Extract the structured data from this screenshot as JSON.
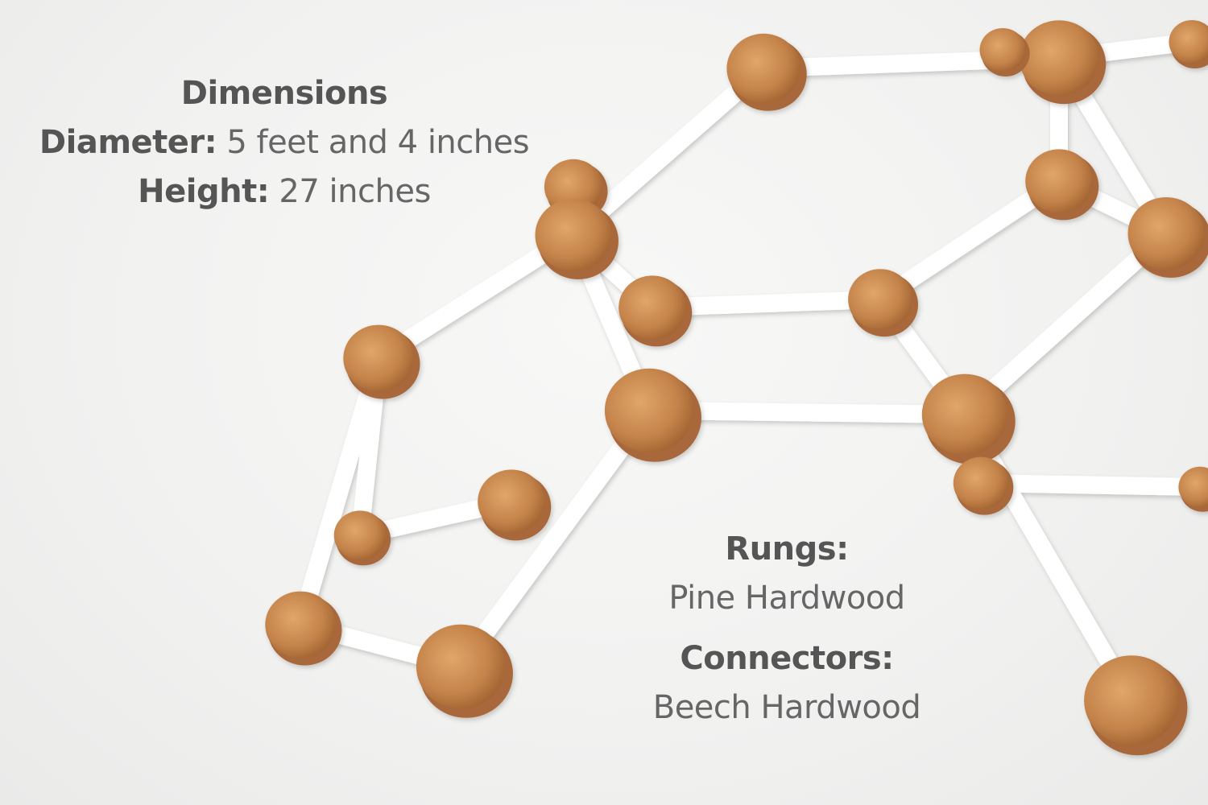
{
  "dimensions": {
    "heading": "Dimensions",
    "diameter_label": "Diameter:",
    "diameter_value": " 5 feet and 4 inches",
    "height_label": "Height:",
    "height_value": " 27 inches"
  },
  "materials": {
    "rungs_label": "Rungs:",
    "rungs_value": "Pine Hardwood",
    "connectors_label": "Connectors:",
    "connectors_value": "Beech Hardwood"
  },
  "colors": {
    "background": "#f2f2f1",
    "wood": "#c98a52",
    "rod": "#ffffff",
    "text": "#5a5a5a"
  }
}
